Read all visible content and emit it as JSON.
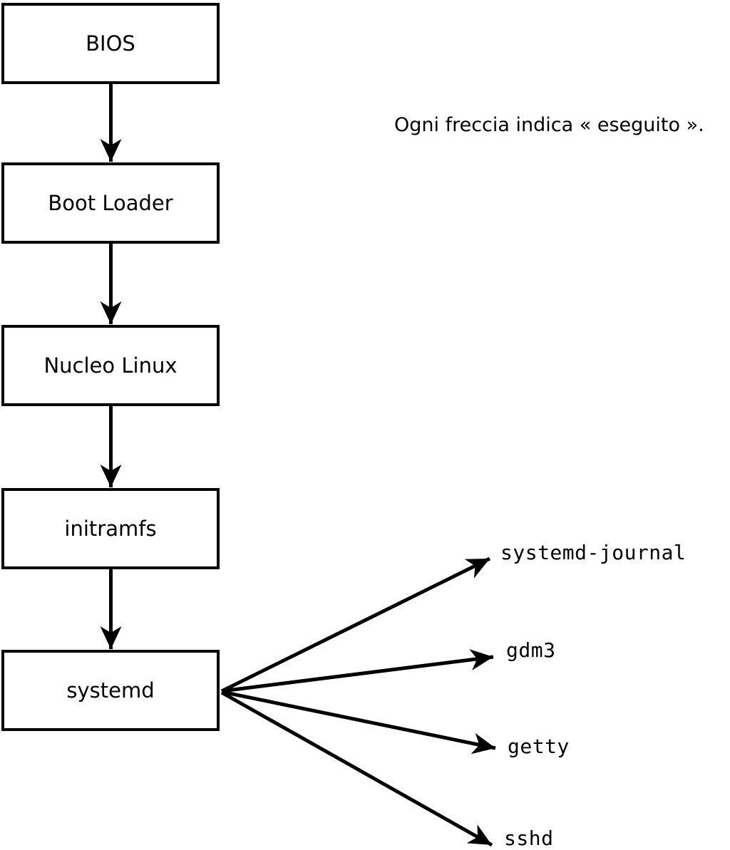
{
  "diagram": {
    "caption": "Ogni freccia indica « eseguito ».",
    "boot_chain": [
      {
        "label": "BIOS"
      },
      {
        "label": "Boot Loader"
      },
      {
        "label": "Nucleo Linux"
      },
      {
        "label": "initramfs"
      },
      {
        "label": "systemd"
      }
    ],
    "spawned_processes": [
      {
        "label": "systemd-journal"
      },
      {
        "label": "gdm3"
      },
      {
        "label": "getty"
      },
      {
        "label": "sshd"
      }
    ],
    "arrows": [
      {
        "from": "BIOS",
        "to": "Boot Loader"
      },
      {
        "from": "Boot Loader",
        "to": "Nucleo Linux"
      },
      {
        "from": "Nucleo Linux",
        "to": "initramfs"
      },
      {
        "from": "initramfs",
        "to": "systemd"
      },
      {
        "from": "systemd",
        "to": "systemd-journal"
      },
      {
        "from": "systemd",
        "to": "gdm3"
      },
      {
        "from": "systemd",
        "to": "getty"
      },
      {
        "from": "systemd",
        "to": "sshd"
      }
    ],
    "colors": {
      "foreground": "#000000",
      "background": "#ffffff"
    }
  }
}
